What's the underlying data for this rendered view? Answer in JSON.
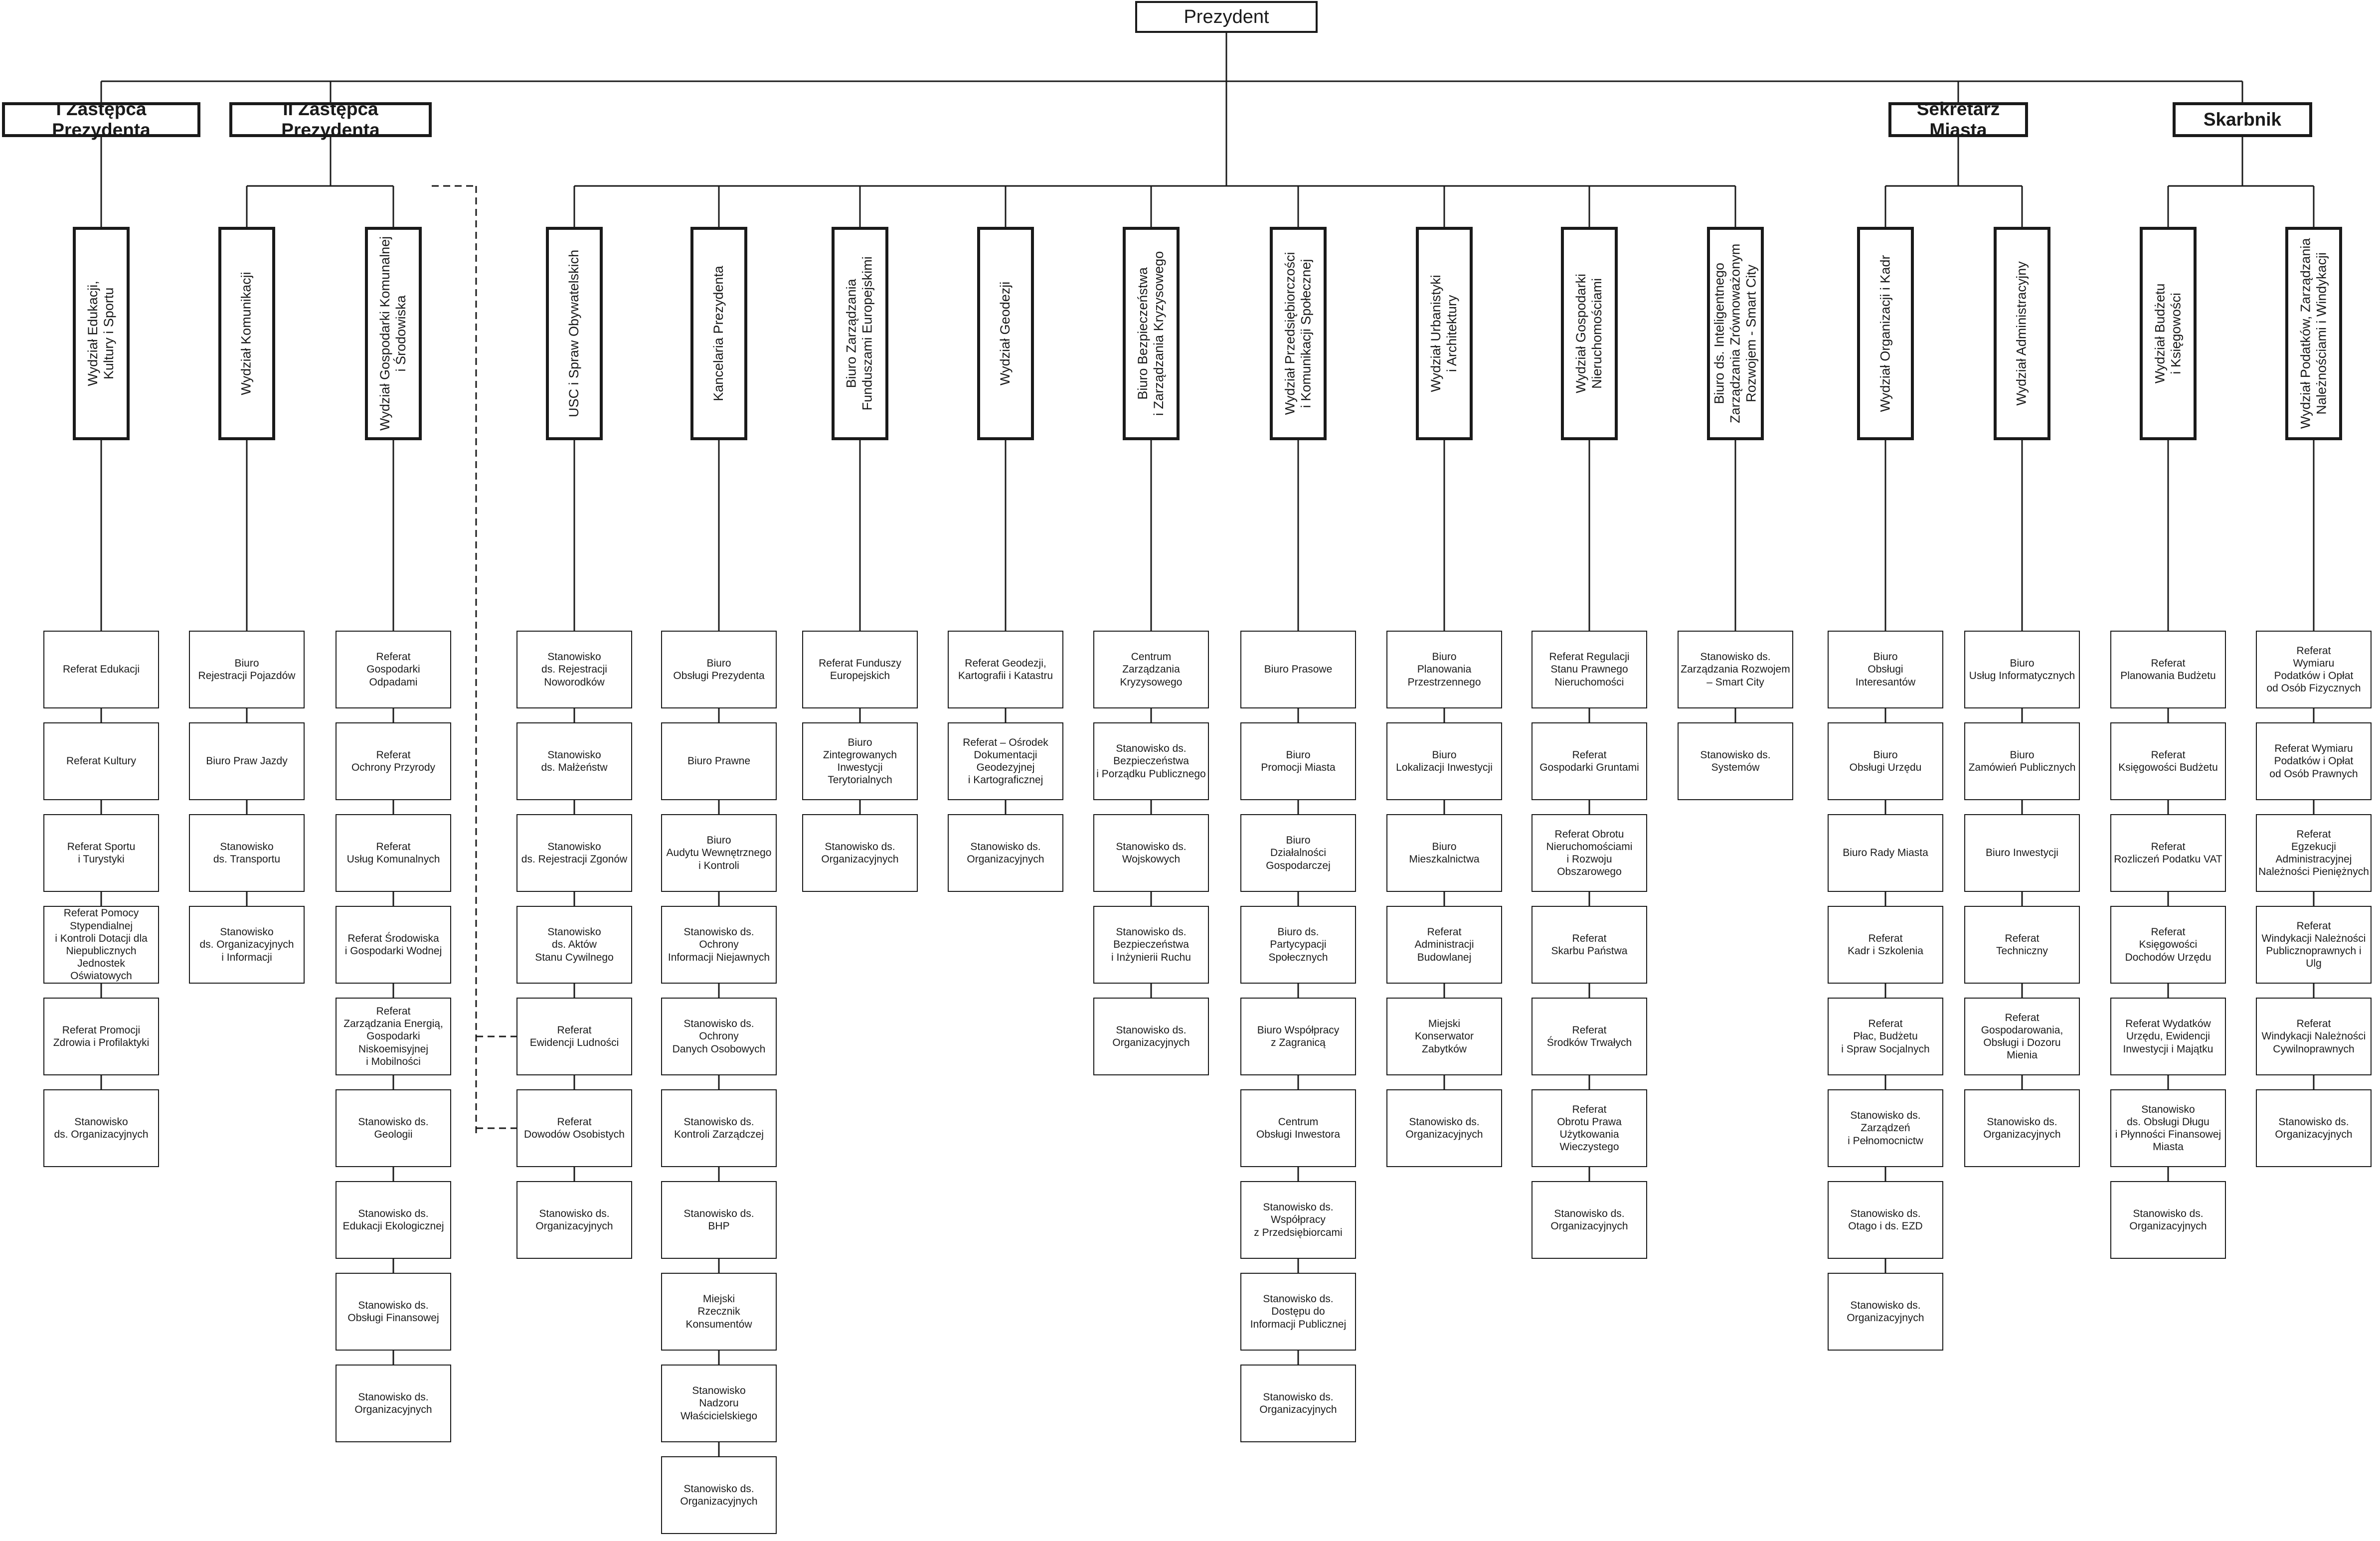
{
  "president": "Prezydent",
  "heads": [
    {
      "id": "h1",
      "label": "I Zastępca Prezydenta"
    },
    {
      "id": "h2",
      "label": "II Zastępca Prezydenta"
    },
    {
      "id": "h3",
      "label": "Sekretarz Miasta"
    },
    {
      "id": "h4",
      "label": "Skarbnik"
    }
  ],
  "departments": [
    {
      "label": "Wydział Edukacji,\nKultury i Sportu",
      "units": [
        "Referat Edukacji",
        "Referat Kultury",
        "Referat Sportu\ni Turystyki",
        "Referat Pomocy\nStypendialnej\ni Kontroli Dotacji dla\nNiepublicznych\nJednostek  Oświatowych",
        "Referat Promocji\nZdrowia i Profilaktyki",
        "Stanowisko\nds. Organizacyjnych"
      ]
    },
    {
      "label": "Wydział Komunikacji",
      "units": [
        "Biuro\nRejestracji Pojazdów",
        "Biuro Praw Jazdy",
        "Stanowisko\nds. Transportu",
        "Stanowisko\nds. Organizacyjnych\ni Informacji"
      ]
    },
    {
      "label": "Wydział Gospodarki Komunalnej\ni Środowiska",
      "units": [
        "Referat\nGospodarki\nOdpadami",
        "Referat\nOchrony Przyrody",
        "Referat\nUsług Komunalnych",
        "Referat Środowiska\ni Gospodarki Wodnej",
        "Referat\nZarządzania Energią,\nGospodarki\nNiskoemisyjnej\ni Mobilności",
        "Stanowisko ds.\nGeologii",
        "Stanowisko ds.\nEdukacji Ekologicznej",
        "Stanowisko ds.\nObsługi Finansowej",
        "Stanowisko ds.\nOrganizacyjnych"
      ]
    },
    {
      "label": "USC i Spraw Obywatelskich",
      "units": [
        "Stanowisko\nds. Rejestracji\nNoworodków",
        "Stanowisko\nds. Małżeństw",
        "Stanowisko\nds. Rejestracji Zgonów",
        "Stanowisko\nds. Aktów\nStanu Cywilnego",
        "Referat\nEwidencji Ludności",
        "Referat\nDowodów Osobistych",
        "Stanowisko ds.\nOrganizacyjnych"
      ]
    },
    {
      "label": "Kancelaria Prezydenta",
      "units": [
        "Biuro\nObsługi Prezydenta",
        "Biuro Prawne",
        "Biuro\nAudytu Wewnętrznego\ni Kontroli",
        "Stanowisko ds.\nOchrony\nInformacji Niejawnych",
        "Stanowisko ds.\nOchrony\nDanych Osobowych",
        "Stanowisko ds.\nKontroli Zarządczej",
        "Stanowisko ds.\nBHP",
        "Miejski\nRzecznik\nKonsumentów",
        "Stanowisko\nNadzoru\nWłaścicielskiego",
        "Stanowisko ds.\nOrganizacyjnych"
      ]
    },
    {
      "label": "Biuro Zarządzania\nFunduszami Europejskimi",
      "units": [
        "Referat Funduszy\nEuropejskich",
        "Biuro\nZintegrowanych\nInwestycji\nTerytorialnych",
        "Stanowisko ds.\nOrganizacyjnych"
      ]
    },
    {
      "label": "Wydział Geodezji",
      "units": [
        "Referat Geodezji,\nKartografii i Katastru",
        "Referat – Ośrodek\nDokumentacji\nGeodezyjnej\ni Kartograficznej",
        "Stanowisko ds.\nOrganizacyjnych"
      ]
    },
    {
      "label": "Biuro Bezpieczeństwa\ni Zarządzania Kryzysowego",
      "units": [
        "Centrum\nZarządzania\nKryzysowego",
        "Stanowisko ds.\nBezpieczeństwa\ni Porządku Publicznego",
        "Stanowisko ds.\nWojskowych",
        "Stanowisko ds.\nBezpieczeństwa\ni Inżynierii Ruchu",
        "Stanowisko ds.\nOrganizacyjnych"
      ]
    },
    {
      "label": "Wydział Przedsiębiorczości\ni Komunikacji Społecznej",
      "units": [
        "Biuro Prasowe",
        "Biuro\nPromocji Miasta",
        "Biuro\nDziałalności\nGospodarczej",
        "Biuro ds.\nPartycypacji\nSpołecznych",
        "Biuro Współpracy\nz Zagranicą",
        "Centrum\nObsługi Inwestora",
        "Stanowisko ds.\nWspółpracy\nz Przedsiębiorcami",
        "Stanowisko ds.\nDostępu do\nInformacji Publicznej",
        "Stanowisko ds.\nOrganizacyjnych"
      ]
    },
    {
      "label": "Wydział Urbanistyki\ni Architektury",
      "units": [
        "Biuro\nPlanowania\nPrzestrzennego",
        "Biuro\nLokalizacji Inwestycji",
        "Biuro\nMieszkalnictwa",
        "Referat\nAdministracji\nBudowlanej",
        "Miejski\nKonserwator\nZabytków",
        "Stanowisko ds.\nOrganizacyjnych"
      ]
    },
    {
      "label": "Wydział Gospodarki\nNieruchomościami",
      "units": [
        "Referat Regulacji\nStanu Prawnego\nNieruchomości",
        "Referat\nGospodarki Gruntami",
        "Referat Obrotu\nNieruchomościami\ni Rozwoju Obszarowego",
        "Referat\nSkarbu Państwa",
        "Referat\nŚrodków Trwałych",
        "Referat\nObrotu Prawa\nUżytkowania\nWieczystego",
        "Stanowisko ds.\nOrganizacyjnych"
      ]
    },
    {
      "label": "Biuro ds. Inteligentnego\nZarządzania Zrównoważonym\nRozwojem - Smart City",
      "units": [
        "Stanowisko ds.\nZarządzania Rozwojem\n– Smart City",
        "Stanowisko ds.\nSystemów"
      ]
    },
    {
      "label": "Wydział Organizacji i Kadr",
      "units": [
        "Biuro\nObsługi\nInteresantów",
        "Biuro\nObsługi Urzędu",
        "Biuro Rady Miasta",
        "Referat\nKadr i Szkolenia",
        "Referat\nPłac, Budżetu\ni Spraw Socjalnych",
        "Stanowisko ds.\nZarządzeń\ni Pełnomocnictw",
        "Stanowisko ds.\nOtago i ds. EZD",
        "Stanowisko ds.\nOrganizacyjnych"
      ]
    },
    {
      "label": "Wydział Administracyjny",
      "units": [
        "Biuro\nUsług Informatycznych",
        "Biuro\nZamówień Publicznych",
        "Biuro Inwestycji",
        "Referat\nTechniczny",
        "Referat\nGospodarowania,\nObsługi i Dozoru Mienia",
        "Stanowisko ds.\nOrganizacyjnych"
      ]
    },
    {
      "label": "Wydział Budżetu\ni Księgowości",
      "units": [
        "Referat\nPlanowania Budżetu",
        "Referat\nKsięgowości Budżetu",
        "Referat\nRozliczeń Podatku VAT",
        "Referat\nKsięgowości\nDochodów Urzędu",
        "Referat Wydatków\nUrzędu, Ewidencji\nInwestycji i Majątku",
        "Stanowisko\nds. Obsługi Długu\ni Płynności Finansowej\nMiasta",
        "Stanowisko ds.\nOrganizacyjnych"
      ]
    },
    {
      "label": "Wydział Podatków, Zarządzania\nNależnościami i Windykacji",
      "units": [
        "Referat\nWymiaru\nPodatków i Opłat\nod Osób Fizycznych",
        "Referat Wymiaru\nPodatków i Opłat\nod Osób Prawnych",
        "Referat\nEgzekucji\nAdministracyjnej\nNależności Pieniężnych",
        "Referat\nWindykacji Należności\nPublicznoprawnych i Ulg",
        "Referat\nWindykacji Należności\nCywilnoprawnych",
        "Stanowisko ds.\nOrganizacyjnych"
      ]
    }
  ]
}
